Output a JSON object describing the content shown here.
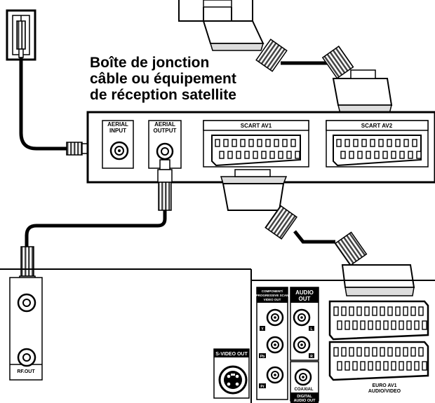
{
  "caption": {
    "line1": "Boîte de jonction",
    "line2": "câble ou équipement",
    "line3": "de réception satellite"
  },
  "device": {
    "aerial_input": [
      "AERIAL",
      "INPUT"
    ],
    "aerial_output": [
      "AERIAL",
      "OUTPUT"
    ],
    "scart_av1": "SCART AV1",
    "scart_av2": "SCART AV2"
  },
  "tv": {
    "rf_out": "RF.OUT"
  },
  "recorder": {
    "component_label": [
      "COMPONENT/",
      "PROGRESSIVE SCAN",
      "VIDEO OUT"
    ],
    "component_jacks": [
      "Y",
      "Pb",
      "Pr"
    ],
    "audio_out": [
      "AUDIO",
      "OUT"
    ],
    "audio_jacks": [
      "L",
      "R"
    ],
    "svideo_out": "S-VIDEO OUT",
    "coaxial": "COAXIAL",
    "digital_audio_out": [
      "DIGITAL",
      "AUDIO OUT"
    ],
    "euro_av1": [
      "EURO AV1",
      "AUDIO/VIDEO"
    ]
  }
}
